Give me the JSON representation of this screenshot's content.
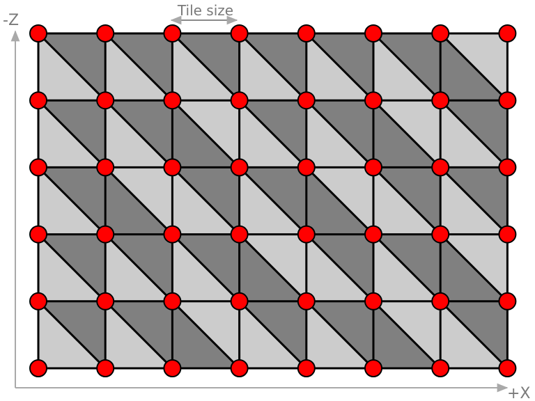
{
  "labels": {
    "tile_size": "Tile size",
    "axis_z": "-Z",
    "axis_x": "+X"
  },
  "grid": {
    "columns": 7,
    "rows": 5,
    "dark_first_row": [
      1,
      1,
      1,
      1,
      1,
      1,
      0
    ]
  },
  "colors": {
    "dark_triangle": "#808080",
    "light_triangle": "#cccccc",
    "edge": "#000000",
    "vertex_fill": "#ff0000",
    "axis": "#a9a9a9",
    "label": "#7a7a7a"
  }
}
